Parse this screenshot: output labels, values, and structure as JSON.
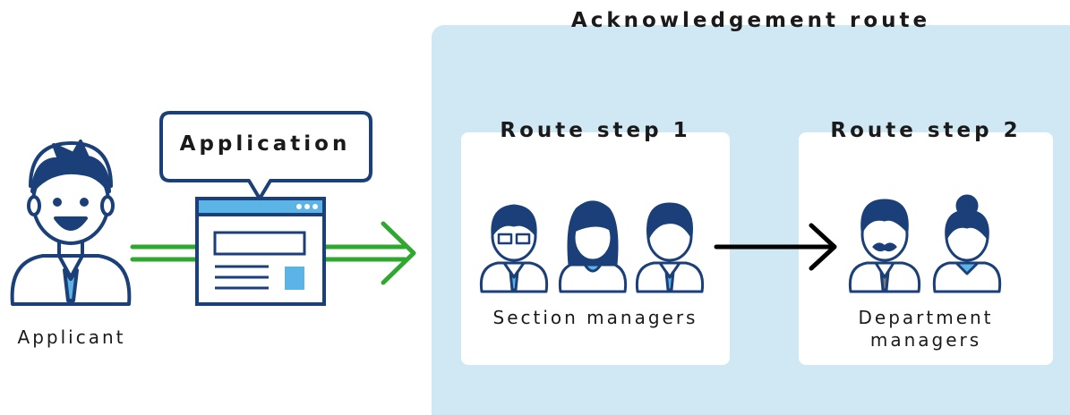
{
  "title": "Acknowledgement route",
  "application_label": "Application",
  "applicant_label": "Applicant",
  "steps": [
    {
      "label": "Route step 1",
      "caption": "Section managers"
    },
    {
      "label": "Route step 2",
      "caption_lines": [
        "Department",
        "managers"
      ]
    }
  ],
  "colors": {
    "route_background": "#cfe8f4",
    "navy": "#1b3f78",
    "accent_blue": "#5bb4e5",
    "arrow_green": "#2ea82e"
  },
  "icons": [
    "applicant-person-icon",
    "application-document-icon",
    "speech-bubble-icon",
    "section-manager-icon",
    "department-manager-icon",
    "arrow-icon"
  ]
}
